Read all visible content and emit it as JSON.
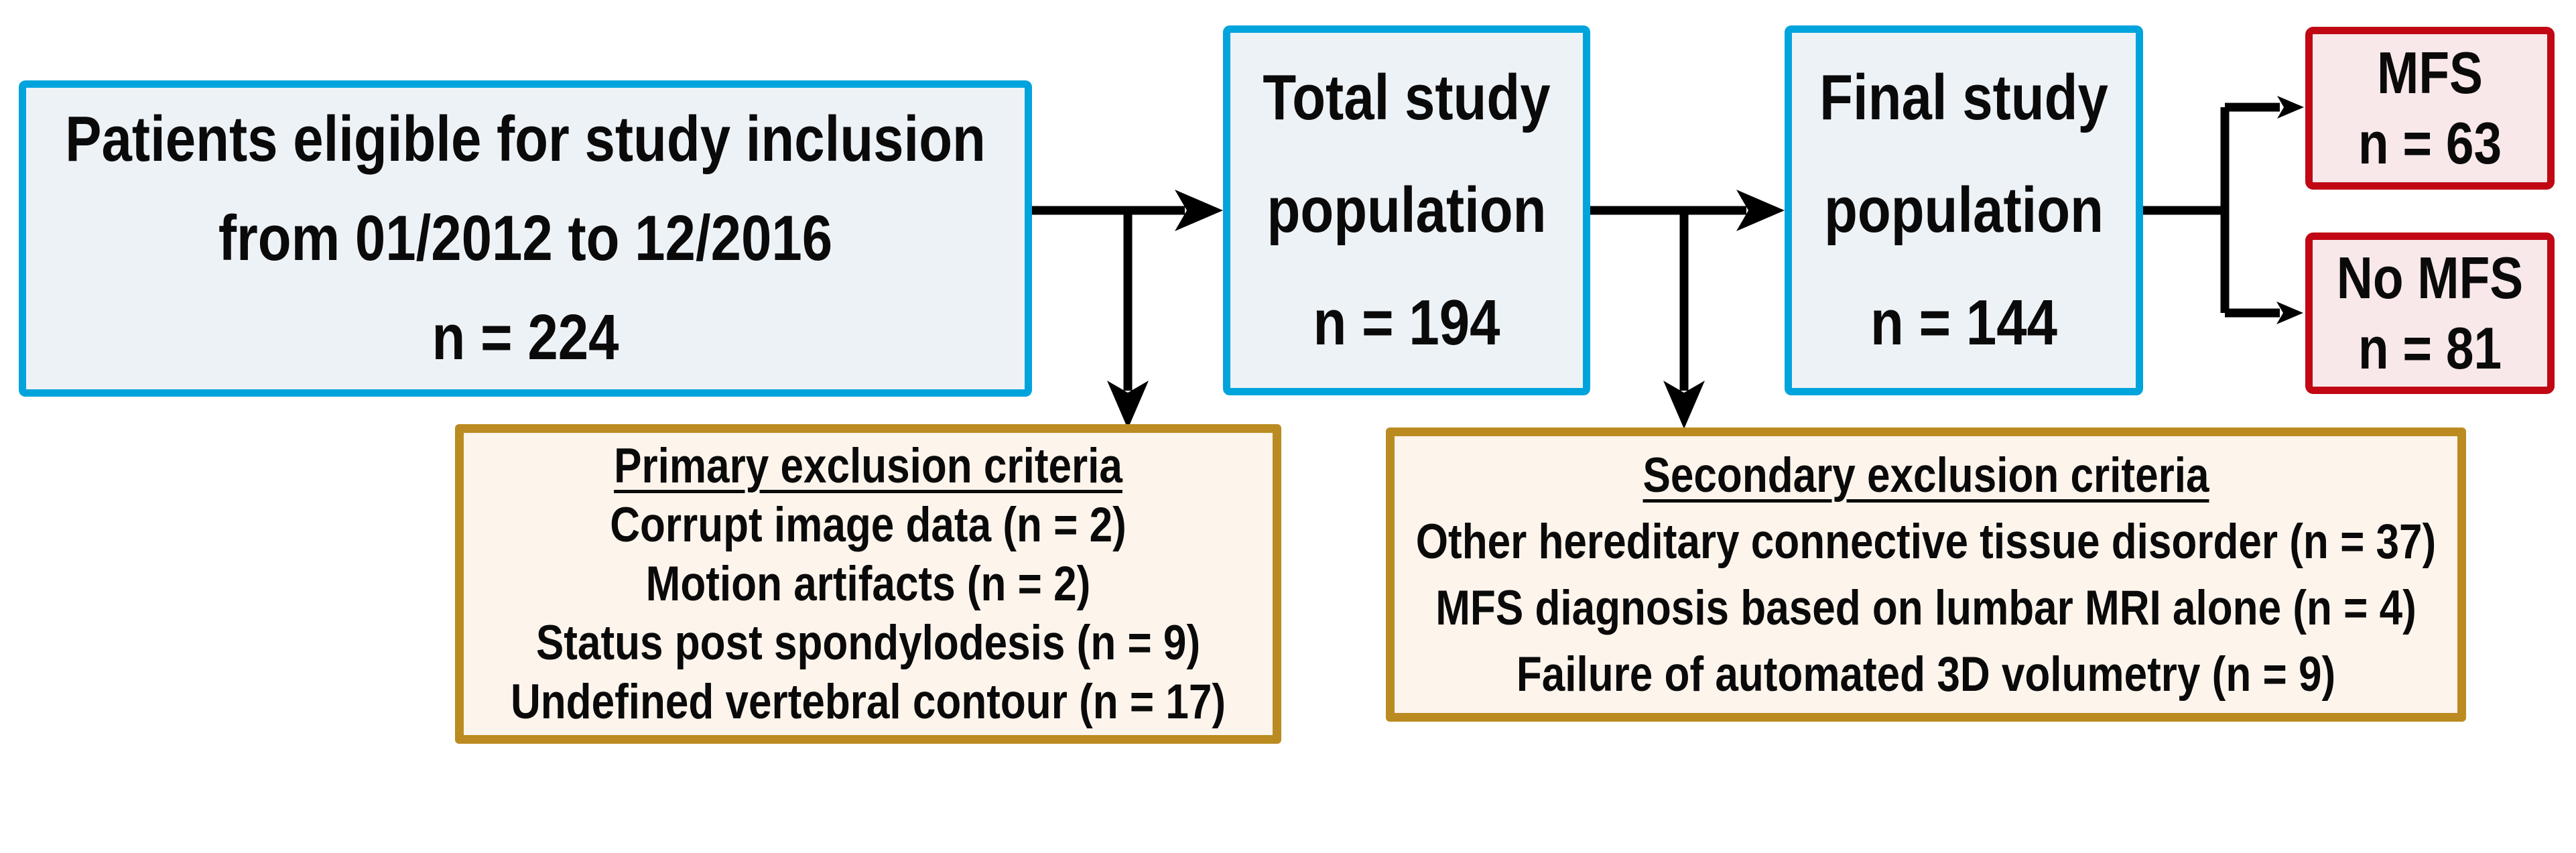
{
  "colors": {
    "background": "#ffffff",
    "arrow_black": "#000000",
    "text_black": "#0a0a0a",
    "blue_border": "#00a4dc",
    "blue_fill": "#edf2f7",
    "red_border": "#c00713",
    "red_fill": "#f8e8e9",
    "gold_border": "#bb8b21",
    "cream_fill": "#fdf4ec"
  },
  "boxes": {
    "eligible": {
      "lines": [
        "Patients eligible for study inclusion",
        "from 01/2012 to 12/2016",
        "n = 224"
      ]
    },
    "total_population": {
      "lines": [
        "Total study",
        "population",
        "n = 194"
      ]
    },
    "final_population": {
      "lines": [
        "Final study",
        "population",
        "n = 144"
      ]
    },
    "mfs": {
      "lines": [
        "MFS",
        "n = 63"
      ]
    },
    "no_mfs": {
      "lines": [
        "No MFS",
        "n = 81"
      ]
    },
    "primary_exclusion": {
      "title": "Primary exclusion criteria",
      "items": [
        "Corrupt image data (n = 2)",
        "Motion artifacts (n = 2)",
        "Status post spondylodesis (n = 9)",
        "Undefined vertebral contour (n = 17)"
      ]
    },
    "secondary_exclusion": {
      "title": "Secondary exclusion criteria",
      "items": [
        "Other hereditary connective tissue disorder (n = 37)",
        "MFS diagnosis based on lumbar MRI alone (n = 4)",
        "Failure of automated 3D volumetry (n = 9)"
      ]
    }
  }
}
